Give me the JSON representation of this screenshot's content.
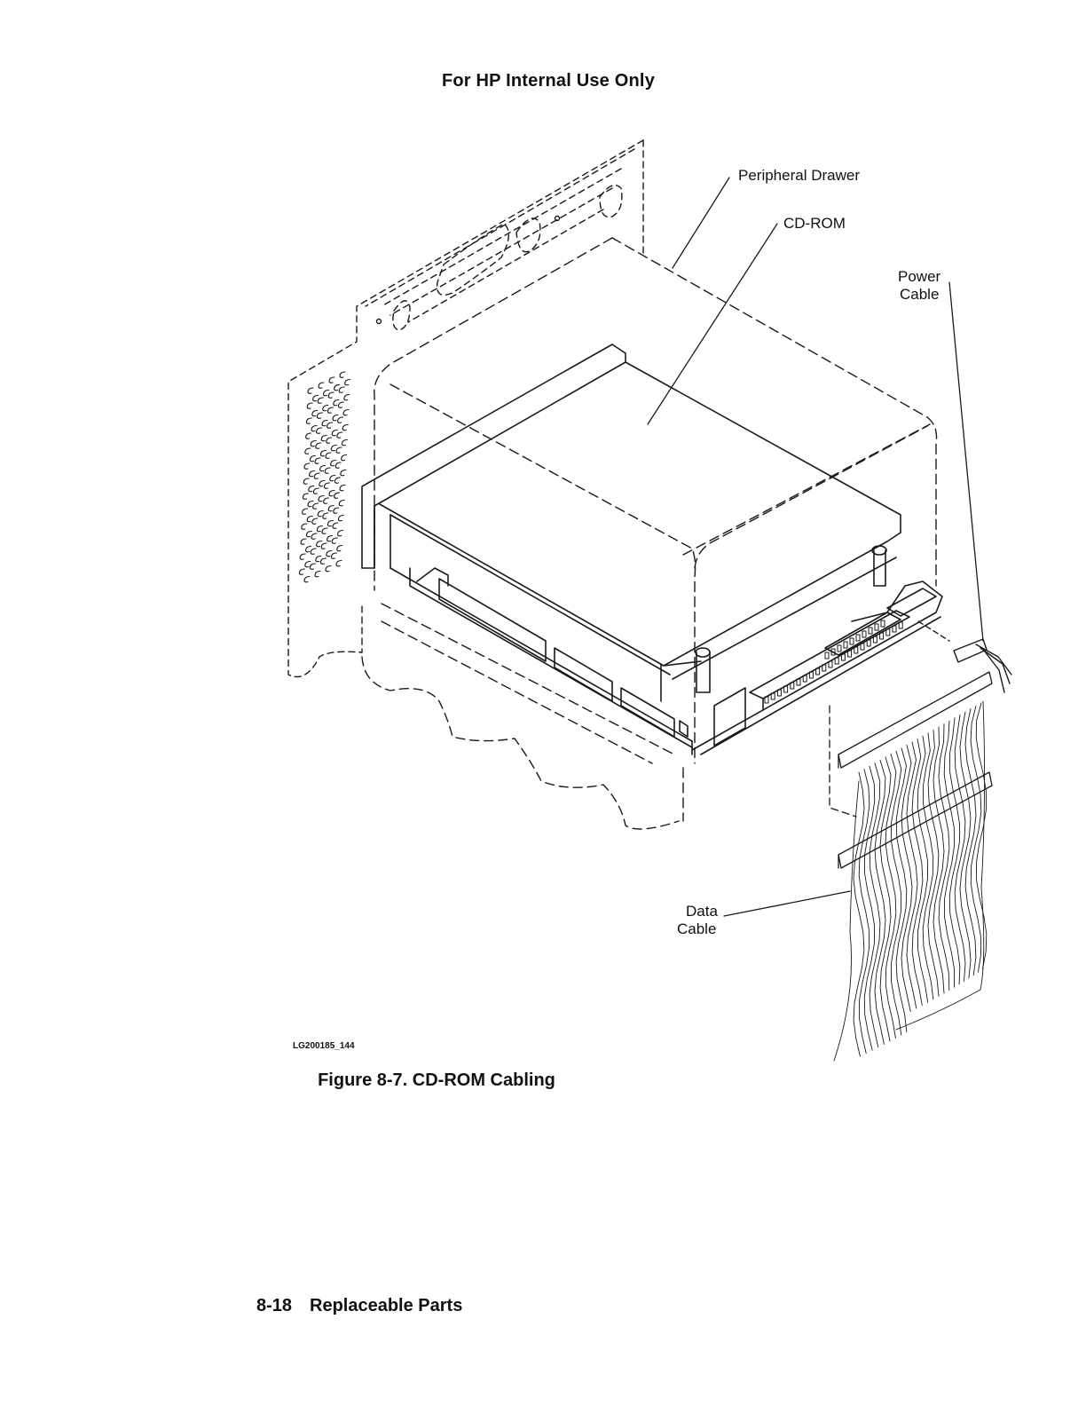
{
  "header": {
    "text": "For HP Internal Use Only"
  },
  "figure": {
    "callouts": {
      "peripheral_drawer": "Peripheral Drawer",
      "cd_rom": "CD-ROM",
      "power_cable_line1": "Power",
      "power_cable_line2": "Cable",
      "data_cable_line1": "Data",
      "data_cable_line2": "Cable"
    },
    "figure_id": "LG200185_144",
    "caption": "Figure 8-7. CD-ROM Cabling"
  },
  "footer": {
    "page_number": "8-18",
    "section": "Replaceable Parts"
  }
}
